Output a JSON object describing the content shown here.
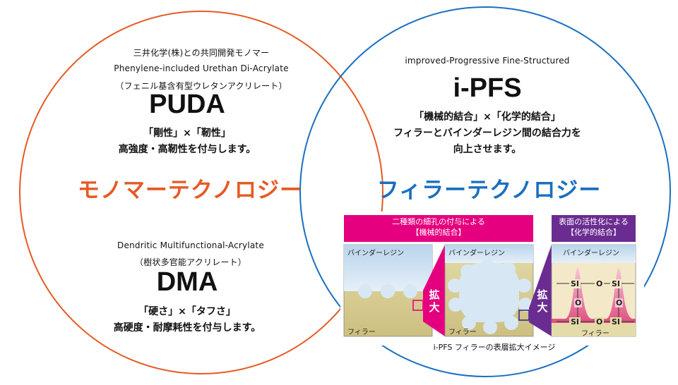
{
  "left": {
    "line1": "三井化学(株)との共同開発モノマー",
    "line2": "Phenylene-included Urethan Di-Acrylate",
    "line3": "（フェニル基含有型ウレタンアクリレート）",
    "title": "PUDA",
    "desc1": "「剛性」×「靭性」",
    "desc2": "高強度・高靭性を付与します。",
    "tech": "モノマーテクノロジー",
    "line4": "Dendritic Multifunctional-Acrylate",
    "line5": "（樹状多官能アクリレート）",
    "title2": "DMA",
    "desc3": "「硬さ」×「タフさ」",
    "desc4": "高硬度・耐摩耗性を付与します。"
  },
  "right": {
    "line1": "improved-Progressive Fine-Structured",
    "title": "i-PFS",
    "desc1": "「機械的結合」×「化学的結合」",
    "desc2": "フィラーとバインダーレジン間の結合力を",
    "desc3": "向上させます。",
    "tech": "フィラーテクノロジー"
  },
  "figure": {
    "mech_label_line1": "二種類の細孔の付与による",
    "mech_label_line2": "【機械的結合】",
    "chem_label_line1": "表面の活性化による",
    "chem_label_line2": "【化学的結合】",
    "binder": "バインダーレジン",
    "filler": "フィラー",
    "zoom1": "拡",
    "zoom2": "大",
    "si": "SI",
    "o": "O",
    "caption": "i-PFS フィラーの表層拡大イメージ"
  },
  "colors": {
    "orange": "#e65a24",
    "blue": "#1a6fc0",
    "magenta": "#e5007f",
    "purple": "#6a2c91"
  }
}
